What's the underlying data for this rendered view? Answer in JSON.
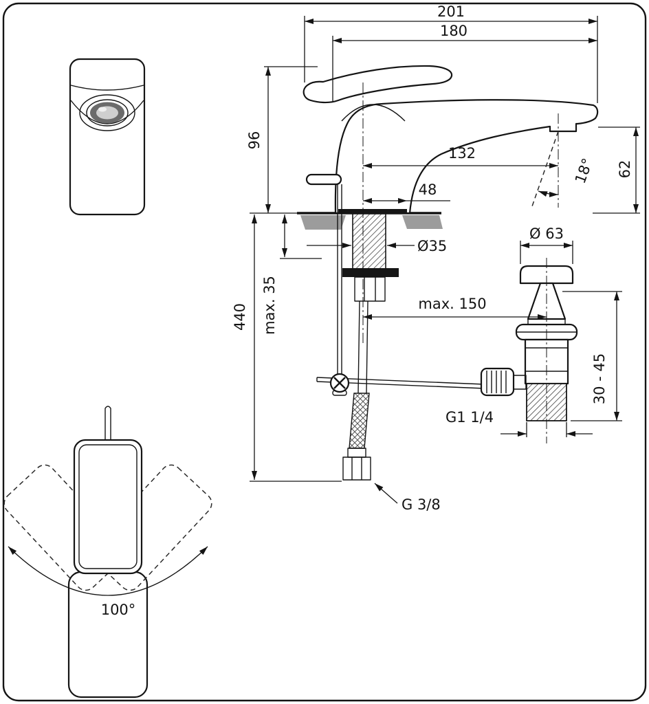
{
  "labels": {
    "dim_201": "201",
    "dim_180": "180",
    "dim_96": "96",
    "dim_132": "132",
    "angle_18": "18°",
    "dim_62": "62",
    "dim_48": "48",
    "dia_35": "Ø35",
    "max_35": "max. 35",
    "dim_440": "440",
    "max_150": "max. 150",
    "dia_63": "Ø 63",
    "range_30_45": "30 - 45",
    "thread_g1_14": "G1 1/4",
    "thread_g3_8": "G 3/8",
    "angle_100": "100°"
  },
  "colors": {
    "line": "#141414",
    "counter_fill": "#9c9c9c",
    "washer_fill": "#161616",
    "background": "#ffffff"
  }
}
